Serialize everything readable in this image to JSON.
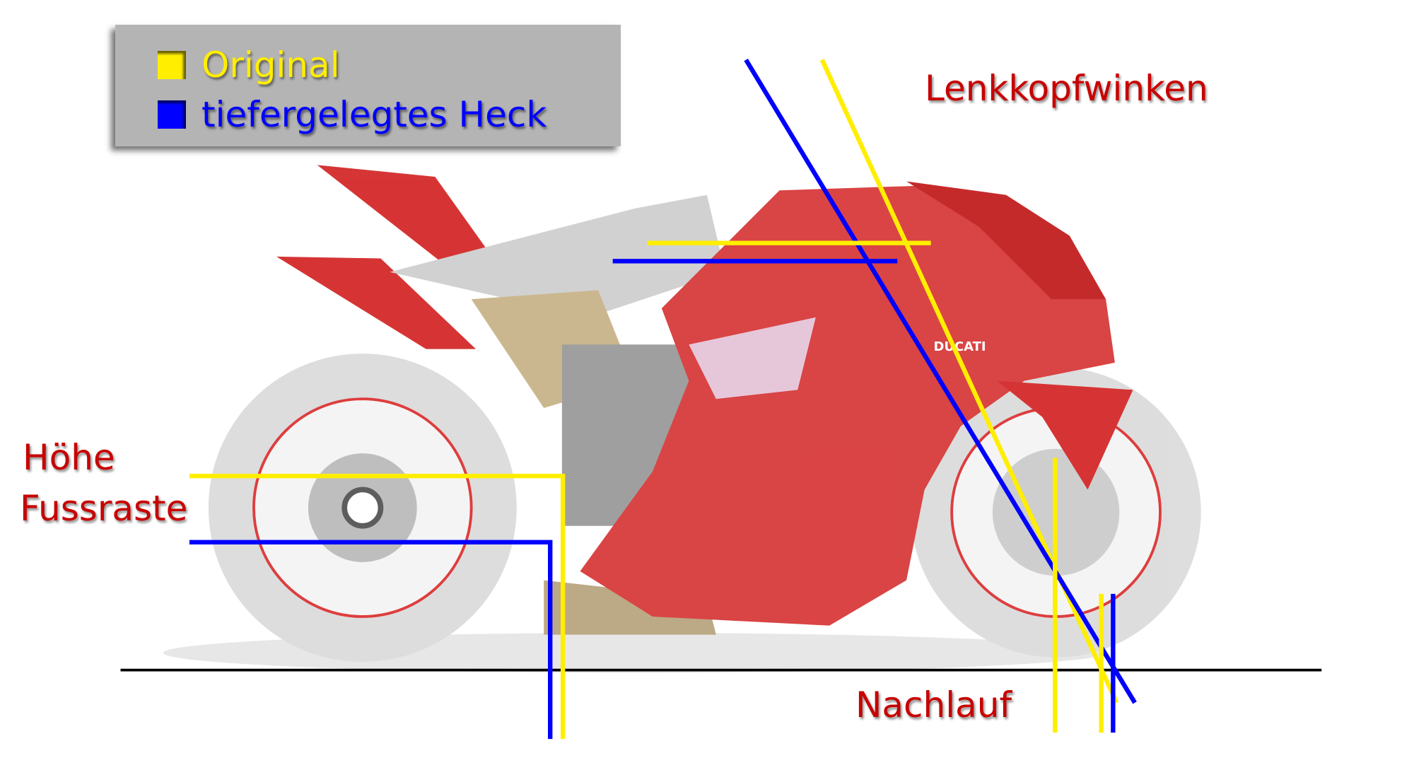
{
  "legend": {
    "items": [
      {
        "label": "Original",
        "color": "#ffee00"
      },
      {
        "label": "tiefergelegtes Heck",
        "color": "#0000ff"
      }
    ]
  },
  "labels": {
    "steering_angle": "Lenkkopfwinken",
    "footpeg_line1": "Höhe",
    "footpeg_line2": "Fussraste",
    "trail": "Nachlauf"
  },
  "colors": {
    "original": "#ffee00",
    "lowered": "#0000ff",
    "label": "#c80000",
    "bike_red": "#d83a3a"
  }
}
